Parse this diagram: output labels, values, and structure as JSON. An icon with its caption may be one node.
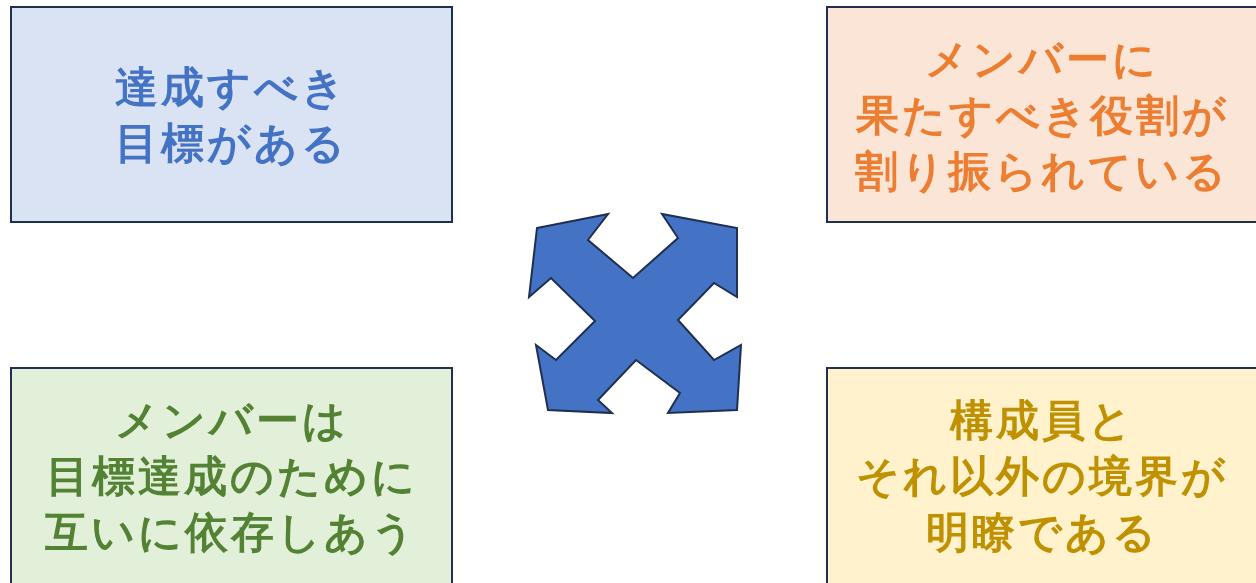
{
  "diagram": {
    "nodes": [
      {
        "text": [
          "達成すべき目標がある"
        ]
      },
      {
        "text": [
          "メンバーに果たすべき役割が割り振られている"
        ]
      },
      {
        "text": [
          "メンバーは目標達成のために互いに依存しあう"
        ]
      },
      {
        "text": [
          "構成員とそれ以外の境界が明瞭である"
        ]
      }
    ]
  }
}
